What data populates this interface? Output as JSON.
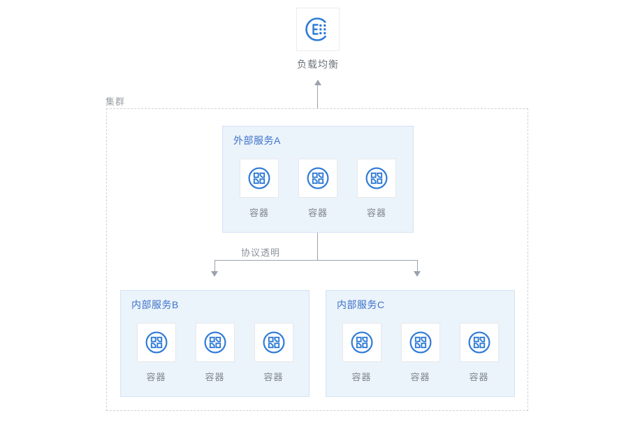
{
  "diagram": {
    "load_balancer": {
      "label": "负载均衡"
    },
    "cluster": {
      "label": "集群",
      "connector_label": "协议透明",
      "services": [
        {
          "title": "外部服务A",
          "containers": [
            "容器",
            "容器",
            "容器"
          ]
        },
        {
          "title": "内部服务B",
          "containers": [
            "容器",
            "容器",
            "容器"
          ]
        },
        {
          "title": "内部服务C",
          "containers": [
            "容器",
            "容器",
            "容器"
          ]
        }
      ]
    },
    "icons": {
      "load_balancer": "load-balancer-icon",
      "container": "container-icon",
      "arrow_up": "arrow-up-icon",
      "arrow_down": "arrow-down-icon"
    },
    "colors": {
      "icon_blue": "#2e7ad6",
      "service_title_blue": "#3e72c8",
      "service_box_fill": "#ebf3fb",
      "service_box_border": "#d3e3f5",
      "container_label_gray": "#7f868e",
      "load_balancer_label_gray": "#6f767e",
      "cluster_label_gray": "#999ea5",
      "connector_line_gray": "#9aa2ab",
      "cluster_border_gray": "#ced1d5"
    }
  }
}
